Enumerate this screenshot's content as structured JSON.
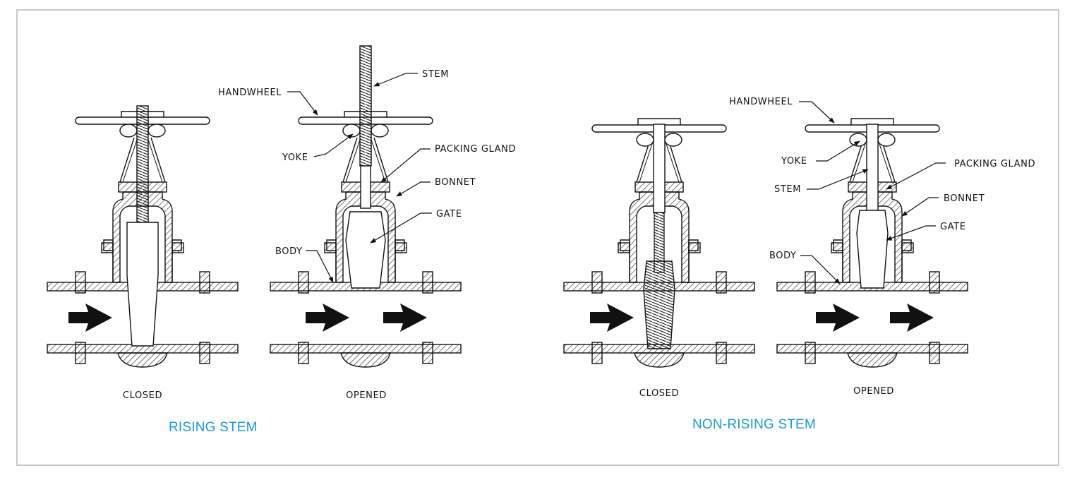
{
  "groups": [
    {
      "title": "RISING STEM",
      "valves": [
        {
          "caption": "CLOSED"
        },
        {
          "caption": "OPENED",
          "labels": {
            "stem": "STEM",
            "handwheel": "HANDWHEEL",
            "yoke": "YOKE",
            "packing_gland": "PACKING GLAND",
            "bonnet": "BONNET",
            "gate": "GATE",
            "body": "BODY"
          }
        }
      ]
    },
    {
      "title": "NON-RISING STEM",
      "valves": [
        {
          "caption": "CLOSED"
        },
        {
          "caption": "OPENED",
          "labels": {
            "handwheel": "HANDWHEEL",
            "yoke": "YOKE",
            "packing_gland": "PACKING GLAND",
            "stem": "STEM",
            "bonnet": "BONNET",
            "gate": "GATE",
            "body": "BODY"
          }
        }
      ]
    }
  ],
  "colors": {
    "line": "#111111",
    "title": "#1a9ad6",
    "frame": "#c9c9c9"
  }
}
